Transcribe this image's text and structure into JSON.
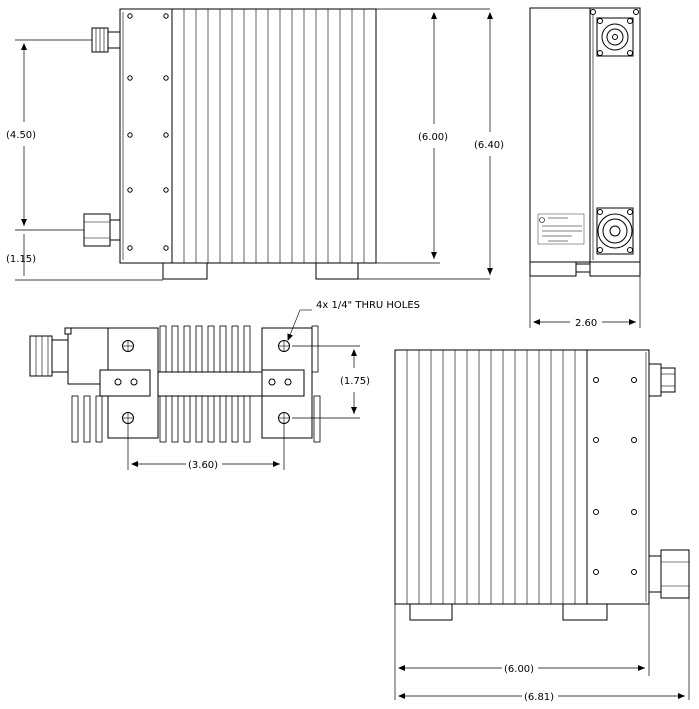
{
  "dimensions": {
    "side_height_inner": "(6.00)",
    "side_height_outer": "(6.40)",
    "connector_spacing": "(4.50)",
    "connector_offset": "(1.15)",
    "depth": "2.60",
    "hole_spacing_v": "(1.75)",
    "hole_spacing_h": "(3.60)",
    "width_body": "(6.00)",
    "width_overall": "(6.81)"
  },
  "notes": {
    "holes": "4x 1/4\" THRU HOLES"
  },
  "colors": {
    "line": "#000000",
    "background": "#ffffff"
  }
}
